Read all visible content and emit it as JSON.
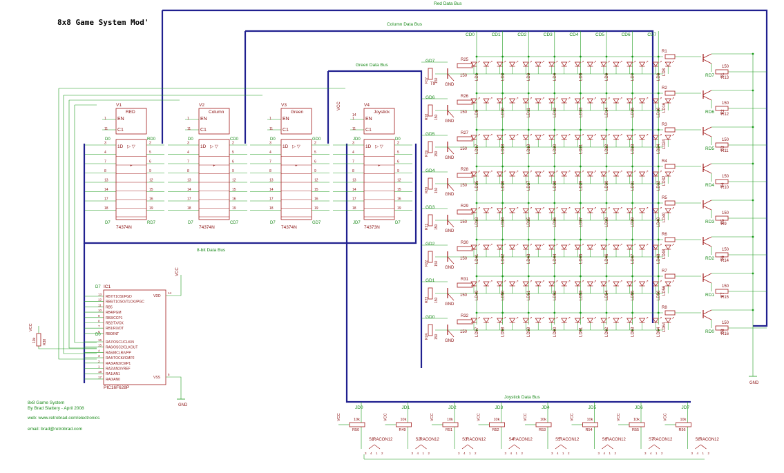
{
  "title": "8x8 Game System Mod'",
  "colors": {
    "bus": "#20208f",
    "wire": "#1a9a1a",
    "part": "#a01818",
    "text": "#1a8a1a",
    "label": "#8a1010"
  },
  "buses": {
    "red": "Red Data Bus",
    "column": "Column Data Bus",
    "green": "Green Data Bus",
    "bit8": "8-bit Data Bus",
    "joystick": "Joystick Data Bus"
  },
  "latches": [
    {
      "name": "V1",
      "label": "RED",
      "part": "74374N",
      "in0": "D0",
      "in7": "D7",
      "out0": "RD0",
      "out7": "RD7"
    },
    {
      "name": "V2",
      "label": "Column",
      "part": "74374N",
      "in0": "D0",
      "in7": "D7",
      "out0": "CD0",
      "out7": "CD7"
    },
    {
      "name": "V3",
      "label": "Green",
      "part": "74374N",
      "in0": "D0",
      "in7": "D7",
      "out0": "GD0",
      "out7": "GD7"
    },
    {
      "name": "V4",
      "label": "Joystick",
      "part": "74373N",
      "in0": "JD0",
      "in7": "JD7",
      "out0": "D0",
      "out7": "D7"
    }
  ],
  "latch_pins": {
    "en": "EN",
    "c1": "C1",
    "d": "1D",
    "pin_oe": "1",
    "pin_clk": "11",
    "left": [
      "3",
      "4",
      "7",
      "8",
      "13",
      "14",
      "17",
      "18"
    ],
    "right": [
      "2",
      "5",
      "6",
      "9",
      "12",
      "15",
      "16",
      "19"
    ]
  },
  "mcu": {
    "name": "IC1",
    "part": "PIC16F628P",
    "vcc": "VCC",
    "vss": "VSS",
    "gnd": "GND",
    "vdd": "VDD",
    "pin_vdd": "14",
    "pin_vss": "5",
    "d7": "D7",
    "d0": "D0",
    "pins_top": [
      "RB7/T1OSI/PGD",
      "RB6/T1OSO/T1CKI/PGC",
      "RB5",
      "RB4/PGM",
      "RB3/CCP1",
      "RB2/TX/CK",
      "RB1/RX/DT",
      "RB0/INT"
    ],
    "nums_top": [
      "13",
      "12",
      "11",
      "10",
      "9",
      "8",
      "7",
      "6"
    ],
    "pins_bot": [
      "RA7/OSC1/CLKIN",
      "RA6/OSC2/CLKOUT",
      "RA5/MCLR/VPP",
      "RA4/TOCKI/CMP2",
      "RA3/AN3/CMP1",
      "RA2/AN2/VREF",
      "RA1/AN1",
      "RA0/AN0"
    ],
    "nums_bot": [
      "16",
      "15",
      "4",
      "3",
      "2",
      "1",
      "18",
      "17"
    ]
  },
  "r38": {
    "name": "R38",
    "value": "10k",
    "vcc": "VCC"
  },
  "col_labels": [
    "CD0",
    "CD1",
    "CD2",
    "CD3",
    "CD4",
    "CD5",
    "CD6",
    "CD7"
  ],
  "gd_labels": [
    "GD7",
    "GD6",
    "GD5",
    "GD4",
    "GD3",
    "GD2",
    "GD1",
    "GD0"
  ],
  "rd_labels": [
    "RD7",
    "RD6",
    "RD5",
    "RD4",
    "RD3",
    "RD2",
    "RD1",
    "RD0"
  ],
  "green_res": [
    "R25",
    "R26",
    "R27",
    "R28",
    "R29",
    "R30",
    "R31",
    "R32"
  ],
  "green_base_res": [
    "R17",
    "R18",
    "R19",
    "R20",
    "R21",
    "R22",
    "R23",
    "R24"
  ],
  "green_trans": [
    "T9",
    "T10",
    "T11",
    "T12",
    "T13",
    "T14",
    "T15",
    "T16"
  ],
  "red_top_res": [
    "R1",
    "R2",
    "R3",
    "R4",
    "R5",
    "R6",
    "R7",
    "R8"
  ],
  "red_res": [
    "R13",
    "R12",
    "R11",
    "R10",
    "R9",
    "R14",
    "R15",
    "R16"
  ],
  "red_trans": [
    "T1",
    "T2",
    "T3",
    "T4",
    "T5",
    "T6",
    "T7",
    "T8"
  ],
  "val150": "150",
  "gnd": "GND",
  "vcc": "VCC",
  "led_prefix": "LD",
  "joystick": {
    "jd": [
      "JD0",
      "JD1",
      "JD2",
      "JD3",
      "JD4",
      "JD5",
      "JD6",
      "JD7"
    ],
    "res": [
      "R50",
      "R49",
      "R51",
      "R52",
      "R53",
      "R54",
      "R55",
      "R56"
    ],
    "val": "10k",
    "sw": [
      "S1",
      "S2",
      "S3",
      "S4",
      "S5",
      "S6",
      "S7",
      "S8"
    ],
    "sw_part": "RACON12",
    "sw_pins": [
      "3",
      "4",
      "1",
      "2"
    ]
  },
  "info": {
    "line1": "8x8 Game System",
    "line2": "By Brad Slattery - April 2008",
    "line3": "web: www.retrobrad.com/electronics",
    "line4": "email: brad@retrobrad.com"
  }
}
